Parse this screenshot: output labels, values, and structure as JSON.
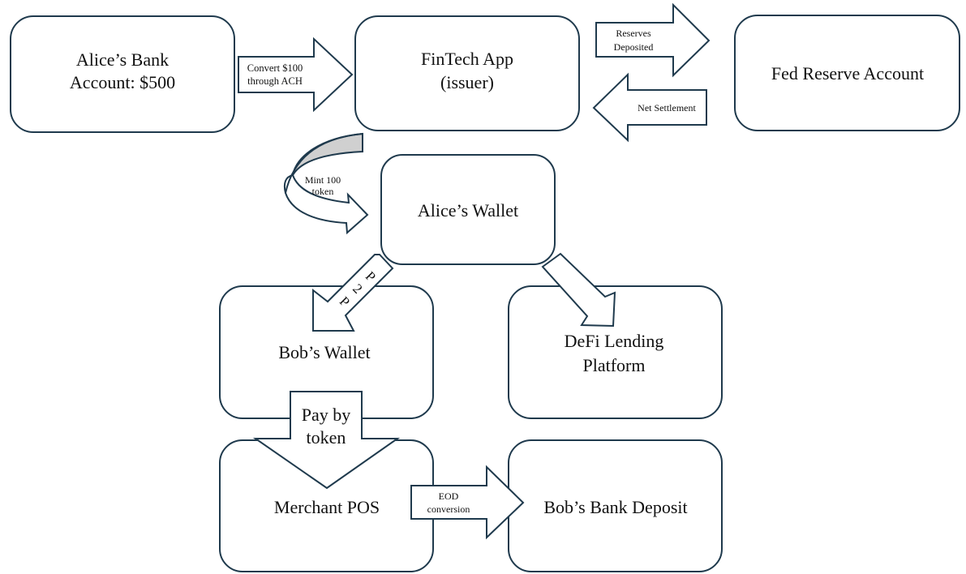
{
  "diagram": {
    "title": "Tokenized deposit payment flow",
    "stroke_color": "#1f3a4d",
    "fill_color": "#ffffff",
    "curved_arrow_fill": "#d0d0d0",
    "nodes": [
      {
        "id": "alice-bank",
        "lines": [
          "Alice’s Bank",
          "Account: $500"
        ]
      },
      {
        "id": "fintech-app",
        "lines": [
          "FinTech App",
          "(issuer)"
        ]
      },
      {
        "id": "fed-reserve",
        "lines": [
          "Fed Reserve Account"
        ]
      },
      {
        "id": "alice-wallet",
        "lines": [
          "Alice’s Wallet"
        ]
      },
      {
        "id": "bob-wallet",
        "lines": [
          "Bob’s Wallet"
        ]
      },
      {
        "id": "defi-lending",
        "lines": [
          "DeFi Lending",
          "Platform"
        ]
      },
      {
        "id": "merchant-pos",
        "lines": [
          "Merchant POS"
        ]
      },
      {
        "id": "bob-bank",
        "lines": [
          "Bob’s Bank Deposit"
        ]
      }
    ],
    "edges": [
      {
        "id": "convert-ach",
        "from": "alice-bank",
        "to": "fintech-app",
        "lines": [
          "Convert $100",
          "through ACH"
        ]
      },
      {
        "id": "reserves-deposited",
        "from": "fintech-app",
        "to": "fed-reserve",
        "lines": [
          "Reserves",
          "Deposited"
        ]
      },
      {
        "id": "net-settlement",
        "from": "fed-reserve",
        "to": "fintech-app",
        "lines": [
          "Net Settlement"
        ]
      },
      {
        "id": "mint-token",
        "from": "fintech-app",
        "to": "alice-wallet",
        "lines": [
          "Mint 100",
          "token"
        ]
      },
      {
        "id": "p2p",
        "from": "alice-wallet",
        "to": "bob-wallet",
        "lines": [
          "P",
          "2",
          "P"
        ]
      },
      {
        "id": "to-defi",
        "from": "alice-wallet",
        "to": "defi-lending",
        "lines": []
      },
      {
        "id": "pay-by-token",
        "from": "bob-wallet",
        "to": "merchant-pos",
        "lines": [
          "Pay by",
          "token"
        ]
      },
      {
        "id": "eod-conversion",
        "from": "merchant-pos",
        "to": "bob-bank",
        "lines": [
          "EOD",
          "conversion"
        ]
      }
    ]
  }
}
